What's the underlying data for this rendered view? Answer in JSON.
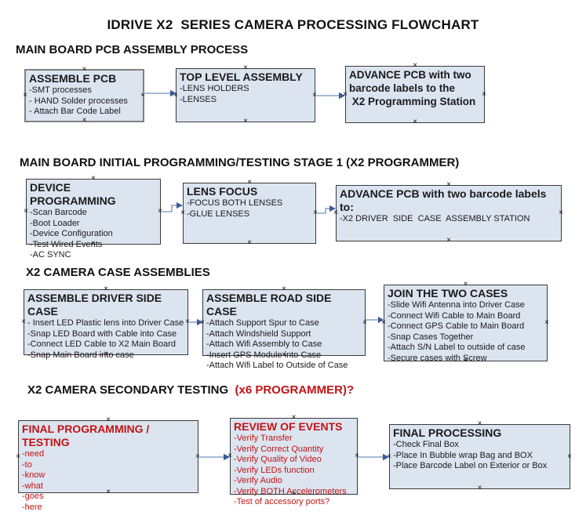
{
  "page": {
    "title": "IDRIVE X2  SERIES CAMERA PROCESSING FLOWCHART"
  },
  "markers": {
    "connection": "×"
  },
  "colors": {
    "box_fill": "#dce4f0",
    "box_border": "#3a3a3a",
    "arrow_line": "#8aa4c8",
    "arrow_head": "#3a5b9b",
    "red": "#c11414"
  },
  "sections": [
    {
      "header": "MAIN BOARD PCB ASSEMBLY PROCESS",
      "boxes": [
        {
          "title": "ASSEMBLE PCB",
          "items": [
            "-SMT processes",
            "- HAND Solder processes",
            "- Attach Bar Code Label"
          ]
        },
        {
          "title": "TOP LEVEL ASSEMBLY",
          "items": [
            "-LENS HOLDERS",
            "-LENSES"
          ]
        },
        {
          "title": "ADVANCE PCB with two\nbarcode labels to the\n X2 Programming Station",
          "items": []
        }
      ]
    },
    {
      "header": "MAIN BOARD INITIAL PROGRAMMING/TESTING STAGE 1 (X2 PROGRAMMER)",
      "boxes": [
        {
          "title": "DEVICE PROGRAMMING",
          "items": [
            "-Scan Barcode",
            "-Boot Loader",
            "-Device Configuration",
            "-Test Wired Events",
            "-AC SYNC"
          ]
        },
        {
          "title": "LENS FOCUS",
          "items": [
            "-FOCUS BOTH LENSES",
            "-GLUE LENSES"
          ]
        },
        {
          "title": "ADVANCE PCB with two barcode labels to:",
          "items": [
            "-X2 DRIVER  SIDE  CASE  ASSEMBLY STATION"
          ]
        }
      ]
    },
    {
      "header": "X2 CAMERA CASE ASSEMBLIES",
      "boxes": [
        {
          "title": "ASSEMBLE DRIVER SIDE CASE",
          "items": [
            "- Insert LED Plastic lens into Driver Case",
            "-Snap LED Board with Cable into Case",
            "-Connect LED Cable to X2 Main Board",
            "-Snap Main Board into case"
          ]
        },
        {
          "title": "ASSEMBLE ROAD SIDE CASE",
          "items": [
            "-Attach Support Spur to Case",
            "-Attach Windshield Support",
            "-Attach Wifi Assembly to Case",
            "-Insert GPS Module into Case",
            "-Attach Wifi Label to Outside of Case"
          ]
        },
        {
          "title": "JOIN THE TWO CASES",
          "items": [
            "-Slide Wifi Antenna into Driver Case",
            "-Connect Wifi Cable to Main Board",
            "-Connect GPS Cable to Main Board",
            "-Snap Cases Together",
            "-Attach S/N Label to outside of case",
            "-Secure cases with Screw"
          ]
        }
      ]
    },
    {
      "header": "X2 CAMERA SECONDARY TESTING  ",
      "header_red": "(x6 PROGRAMMER)?",
      "boxes": [
        {
          "title": "FINAL PROGRAMMING / TESTING",
          "items": [
            "-need",
            "-to",
            "-know",
            "-what",
            "-goes",
            "-here"
          ]
        },
        {
          "title": "REVIEW OF EVENTS",
          "items": [
            "-Verify Transfer",
            "-Verify Correct Quantity",
            "-Verify Quality of Video",
            "-Verify LEDs function",
            "-Verify Audio",
            "-Verify BOTH Accelerometers",
            "-Test of accessory ports?"
          ]
        },
        {
          "title": "FINAL PROCESSING",
          "items": [
            "-Check Final Box",
            "-Place In Bubble wrap Bag and BOX",
            "-Place Barcode Label on Exterior or Box"
          ]
        }
      ]
    }
  ]
}
